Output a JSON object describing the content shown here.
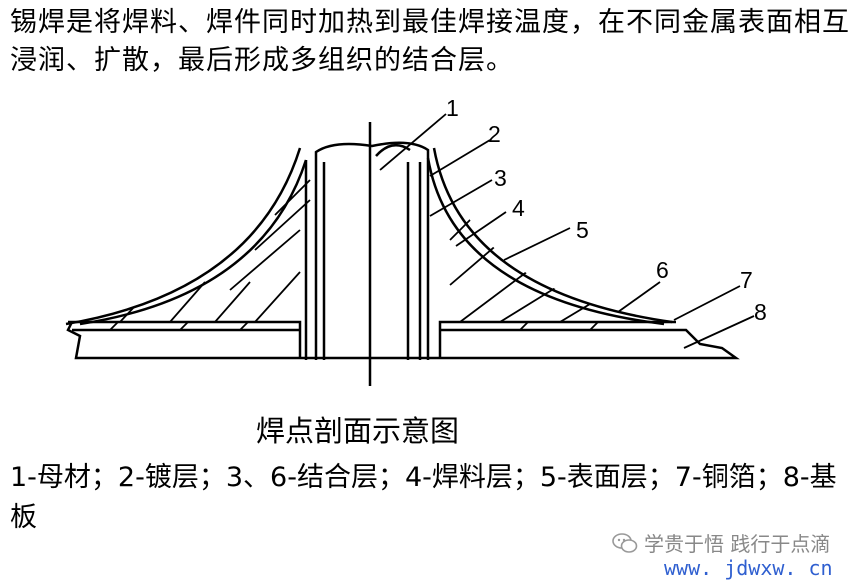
{
  "intro": {
    "text": "锡焊是将焊料、焊件同时加热到最佳焊接温度，在不同金属表面相互浸润、扩散，最后形成多组织的结合层。"
  },
  "diagram": {
    "labels": [
      "1",
      "2",
      "3",
      "4",
      "5",
      "6",
      "7",
      "8"
    ],
    "caption": "焊点剖面示意图"
  },
  "legend": {
    "text": "1-母材；2-镀层；3、6-结合层；4-焊料层；5-表面层；7-铜箔；8-基板"
  },
  "watermark": {
    "text": "学贵于悟 践行于点滴",
    "domain": "www. jdwxw. cn",
    "icon": "wechat-icon"
  },
  "colors": {
    "ink": "#000000",
    "watermark_text": "#888888",
    "domain_text": "#2f5fd0"
  }
}
